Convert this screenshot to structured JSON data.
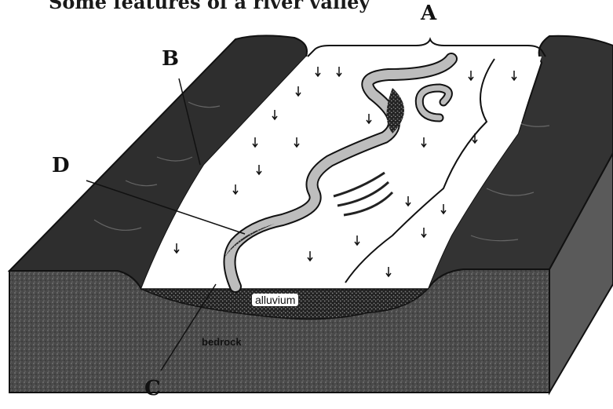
{
  "title": "Some features of a river valley",
  "labels": {
    "a": "A",
    "b": "B",
    "c": "C",
    "d": "D",
    "alluvium": "alluvium",
    "bedrock": "bedrock"
  },
  "colors": {
    "valley_wall": "#2e2e2e",
    "block_side": "#6b6b6b",
    "block_side_right": "#555555",
    "alluvium_fill": "#3a3a3a",
    "river": "#bdbdbd",
    "floodplain": "#ffffff",
    "outline": "#111111"
  }
}
